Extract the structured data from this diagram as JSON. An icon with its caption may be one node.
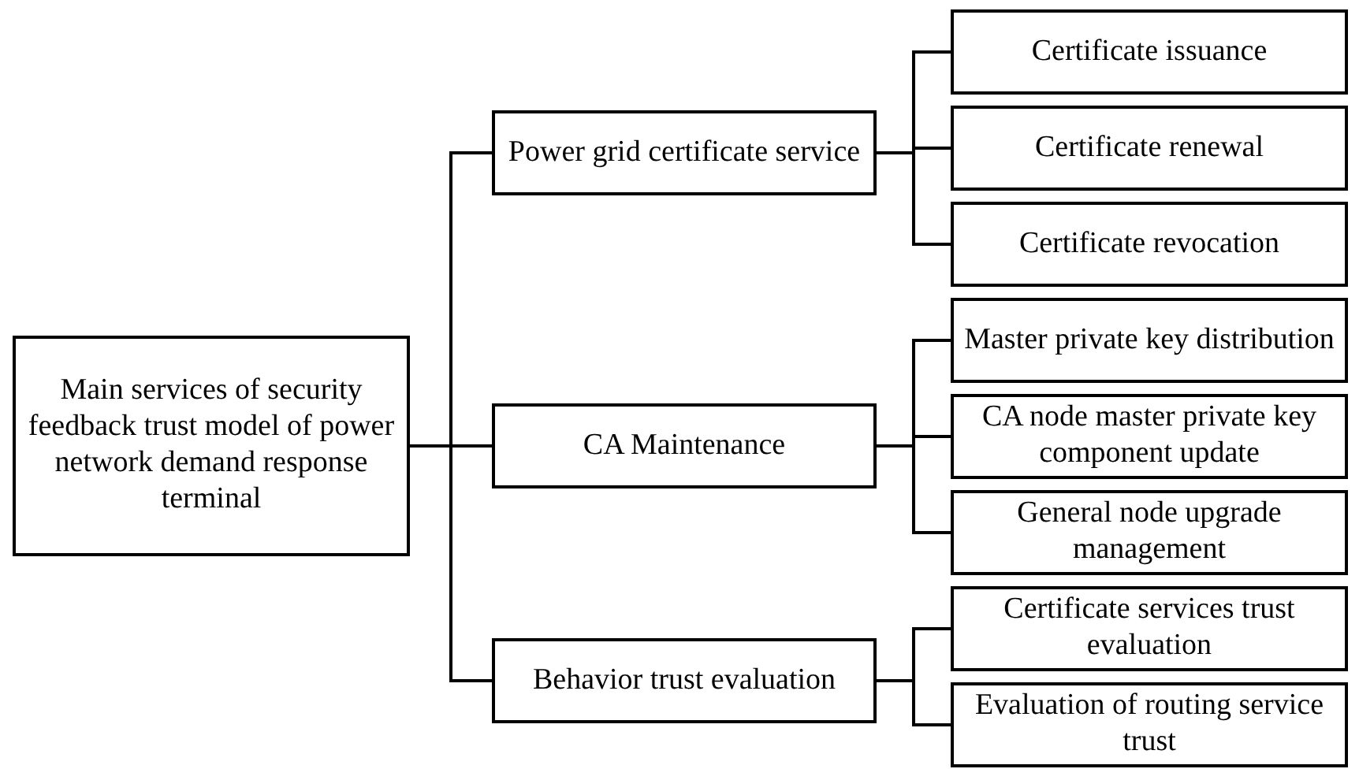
{
  "diagram": {
    "nodes": [
      {
        "text": [
          "Main services of security feedback trust model of power network demand response terminal"
        ]
      },
      {
        "text": [
          "Power grid certificate service"
        ]
      },
      {
        "text": [
          "CA Maintenance"
        ]
      },
      {
        "text": [
          "Behavior trust evaluation"
        ]
      },
      {
        "text": [
          "Certificate issuance"
        ]
      },
      {
        "text": [
          "Certificate renewal"
        ]
      },
      {
        "text": [
          "Certificate revocation"
        ]
      },
      {
        "text": [
          "Master private key distribution"
        ]
      },
      {
        "text": [
          "CA node master private key component update"
        ]
      },
      {
        "text": [
          "General node upgrade management"
        ]
      },
      {
        "text": [
          "Certificate services trust evaluation"
        ]
      },
      {
        "text": [
          "Evaluation of routing service trust"
        ]
      }
    ],
    "edges": [
      {
        "from": 0,
        "to": 1,
        "arrow": "none"
      },
      {
        "from": 0,
        "to": 2,
        "arrow": "none"
      },
      {
        "from": 0,
        "to": 3,
        "arrow": "none"
      },
      {
        "from": 1,
        "to": 4,
        "arrow": "none"
      },
      {
        "from": 1,
        "to": 5,
        "arrow": "none"
      },
      {
        "from": 1,
        "to": 6,
        "arrow": "none"
      },
      {
        "from": 2,
        "to": 7,
        "arrow": "none"
      },
      {
        "from": 2,
        "to": 8,
        "arrow": "none"
      },
      {
        "from": 2,
        "to": 9,
        "arrow": "none"
      },
      {
        "from": 3,
        "to": 10,
        "arrow": "none"
      },
      {
        "from": 3,
        "to": 11,
        "arrow": "none"
      }
    ]
  }
}
